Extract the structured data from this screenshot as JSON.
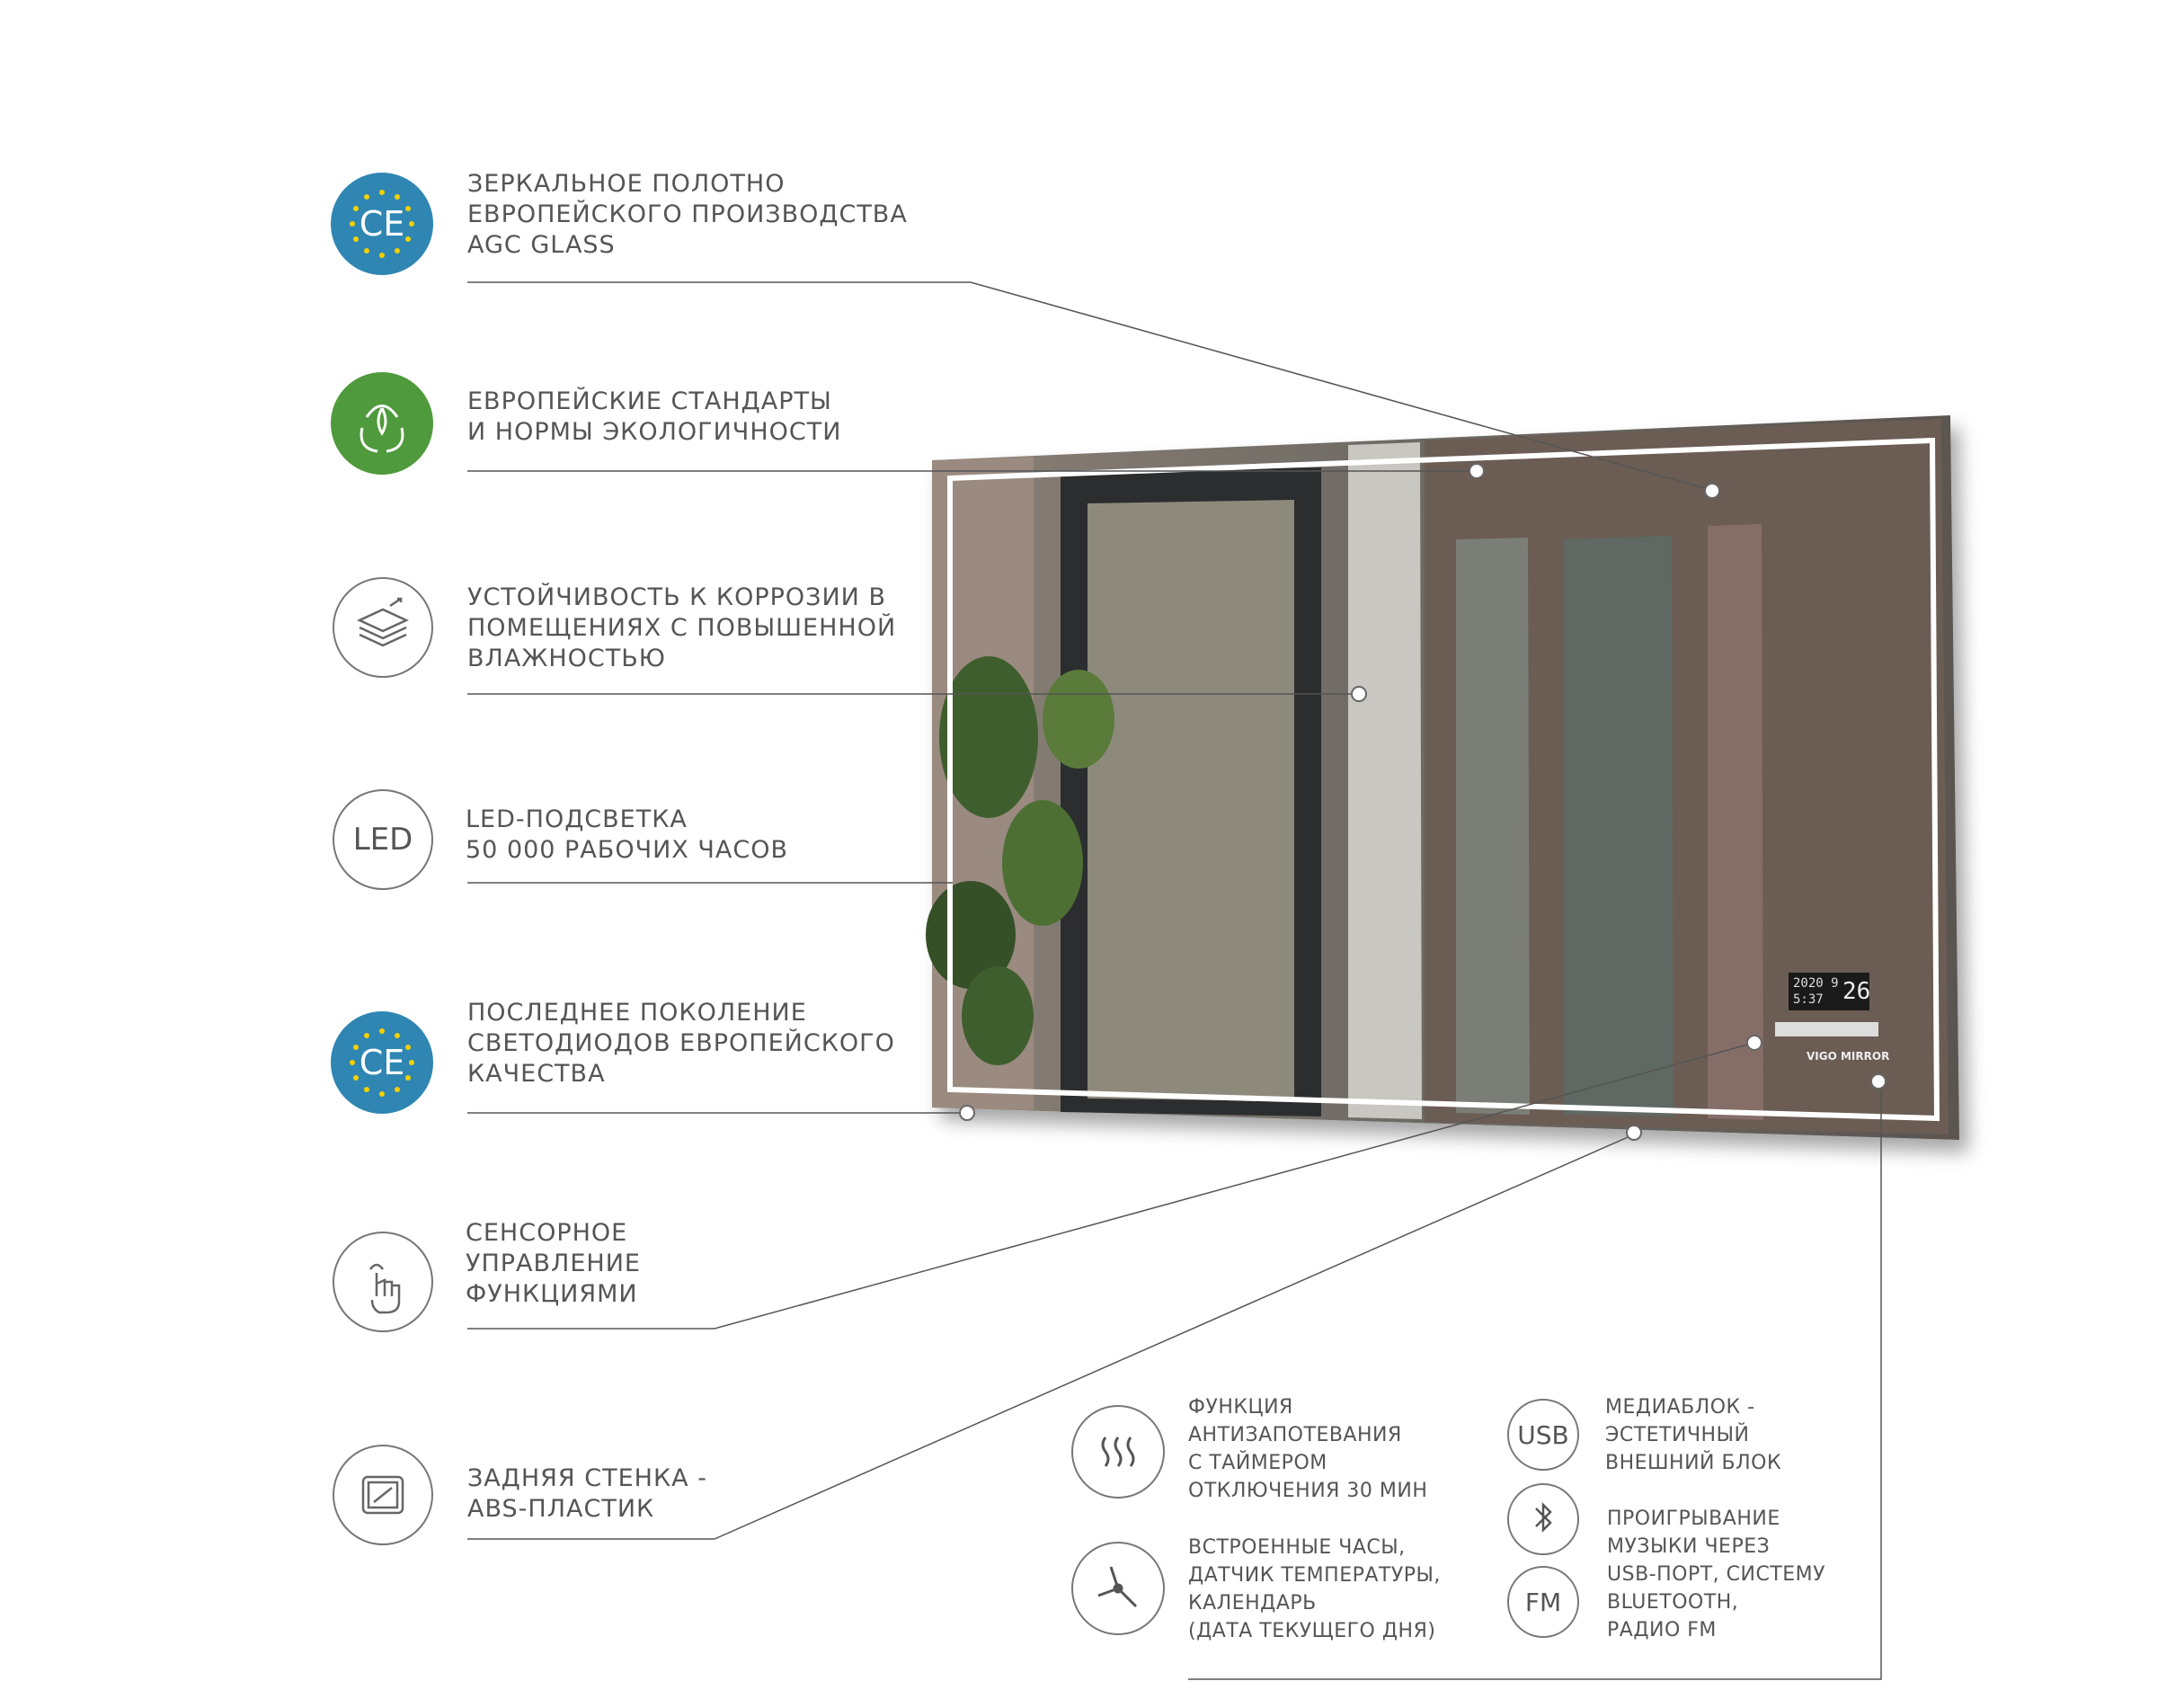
{
  "features": [
    {
      "icon": "ce-mark-icon",
      "lines": [
        "ЗЕРКАЛЬНОЕ  ПОЛОТНО",
        "ЕВРОПЕЙСКОГО ПРОИЗВОДСТВА",
        "AGC GLASS"
      ]
    },
    {
      "icon": "eco-leaves-icon",
      "lines": [
        "ЕВРОПЕЙСКИЕ СТАНДАРТЫ",
        "И НОРМЫ ЭКОЛОГИЧНОСТИ"
      ]
    },
    {
      "icon": "layers-icon",
      "lines": [
        "УСТОЙЧИВОСТЬ К КОРРОЗИИ В",
        "ПОМЕЩЕНИЯХ С ПОВЫШЕННОЙ",
        "ВЛАЖНОСТЬЮ"
      ]
    },
    {
      "icon": "led-icon",
      "icon_label": "LED",
      "lines": [
        "LED-ПОДСВЕТКА",
        "50 000 РАБОЧИХ ЧАСОВ"
      ]
    },
    {
      "icon": "ce-mark-icon",
      "lines": [
        "ПОСЛЕДНЕЕ ПОКОЛЕНИЕ",
        "СВЕТОДИОДОВ ЕВРОПЕЙСКОГО",
        "КАЧЕСТВА"
      ]
    },
    {
      "icon": "touch-hand-icon",
      "lines": [
        "СЕНСОРНОЕ",
        "УПРАВЛЕНИЕ",
        "ФУНКЦИЯМИ"
      ]
    },
    {
      "icon": "back-panel-icon",
      "lines": [
        "ЗАДНЯЯ СТЕНКА -",
        "ABS-ПЛАСТИК"
      ]
    }
  ],
  "extras": [
    {
      "icon": "heat-waves-icon",
      "lines": [
        "ФУНКЦИЯ",
        "АНТИЗАПОТЕВАНИЯ",
        "С ТАЙМЕРОМ",
        "ОТКЛЮЧЕНИЯ 30 МИН"
      ]
    },
    {
      "icon": "clock-hands-icon",
      "lines": [
        "ВСТРОЕННЫЕ ЧАСЫ,",
        "ДАТЧИК ТЕМПЕРАТУРЫ,",
        "КАЛЕНДАРЬ",
        "(ДАТА ТЕКУЩЕГО ДНЯ)"
      ]
    },
    {
      "icon": "usb-icon",
      "icon_label": "USB",
      "lines": [
        "МЕДИАБЛОК -",
        "ЭСТЕТИЧНЫЙ",
        "ВНЕШНИЙ БЛОК"
      ]
    },
    {
      "icon": "bluetooth-icon",
      "lines": [
        "ПРОИГРЫВАНИЕ",
        "МУЗЫКИ ЧЕРЕЗ",
        "USB-ПОРТ, СИСТЕМУ",
        "BLUETOOTH,",
        "РАДИО FM"
      ]
    },
    {
      "icon": "fm-radio-icon",
      "icon_label": "FM"
    }
  ],
  "mirror_display": {
    "time": "2020 9",
    "date": "5:37",
    "temp": "26",
    "brand": "VIGO MIRROR"
  },
  "colors": {
    "ce_blue": "#2f86b3",
    "eco_green": "#4f9a3c",
    "line_gray": "#555555",
    "led_frame": "#ffffff"
  }
}
